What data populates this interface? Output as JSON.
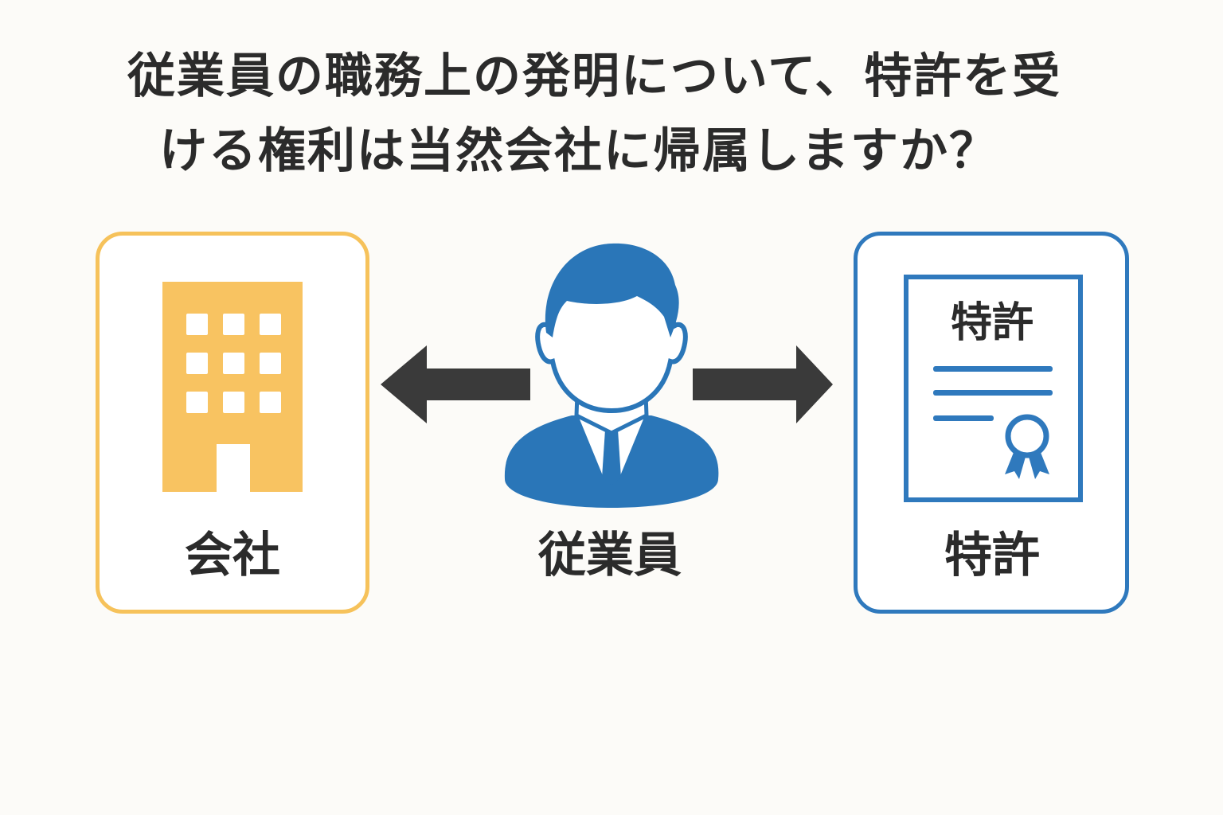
{
  "title": {
    "line1": "従業員の職務上の発明について、特許を受",
    "line2": "ける権利は当然会社に帰属しますか？"
  },
  "company": {
    "label": "会社",
    "icon": "building-icon",
    "border_color": "#f6c25b"
  },
  "employee": {
    "label": "従業員",
    "icon": "person-icon",
    "color": "#2a76b8"
  },
  "patent": {
    "label": "特許",
    "certificate_title": "特許",
    "icon": "certificate-icon",
    "border_color": "#2f79bd"
  },
  "arrows": {
    "left_icon": "arrow-left-icon",
    "right_icon": "arrow-right-icon",
    "color": "#3a3a3a"
  }
}
